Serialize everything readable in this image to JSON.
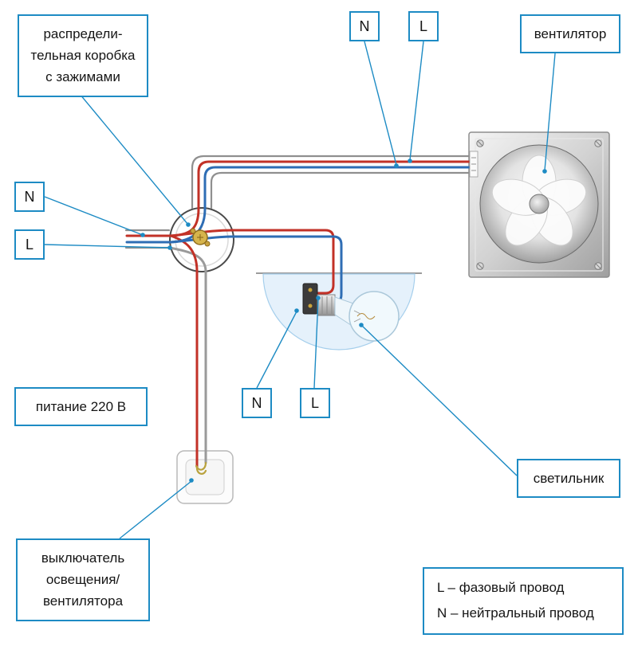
{
  "colors": {
    "accent": "#1d8bc4",
    "phase_wire": "#c23127",
    "neutral_wire": "#2e6db4"
  },
  "labels": {
    "junction_box": "распредели-\nтельная коробка\nс зажимами",
    "fan": "вентилятор",
    "power": "питание 220 В",
    "light": "светильник",
    "switch": "выключатель\nосвещения/\nвентилятора"
  },
  "tags": {
    "top_n": "N",
    "top_l": "L",
    "left_n": "N",
    "left_l": "L",
    "lamp_n": "N",
    "lamp_l": "L"
  },
  "legend": {
    "line_l": "L – фазовый провод",
    "line_n": "N – нейтральный провод"
  }
}
